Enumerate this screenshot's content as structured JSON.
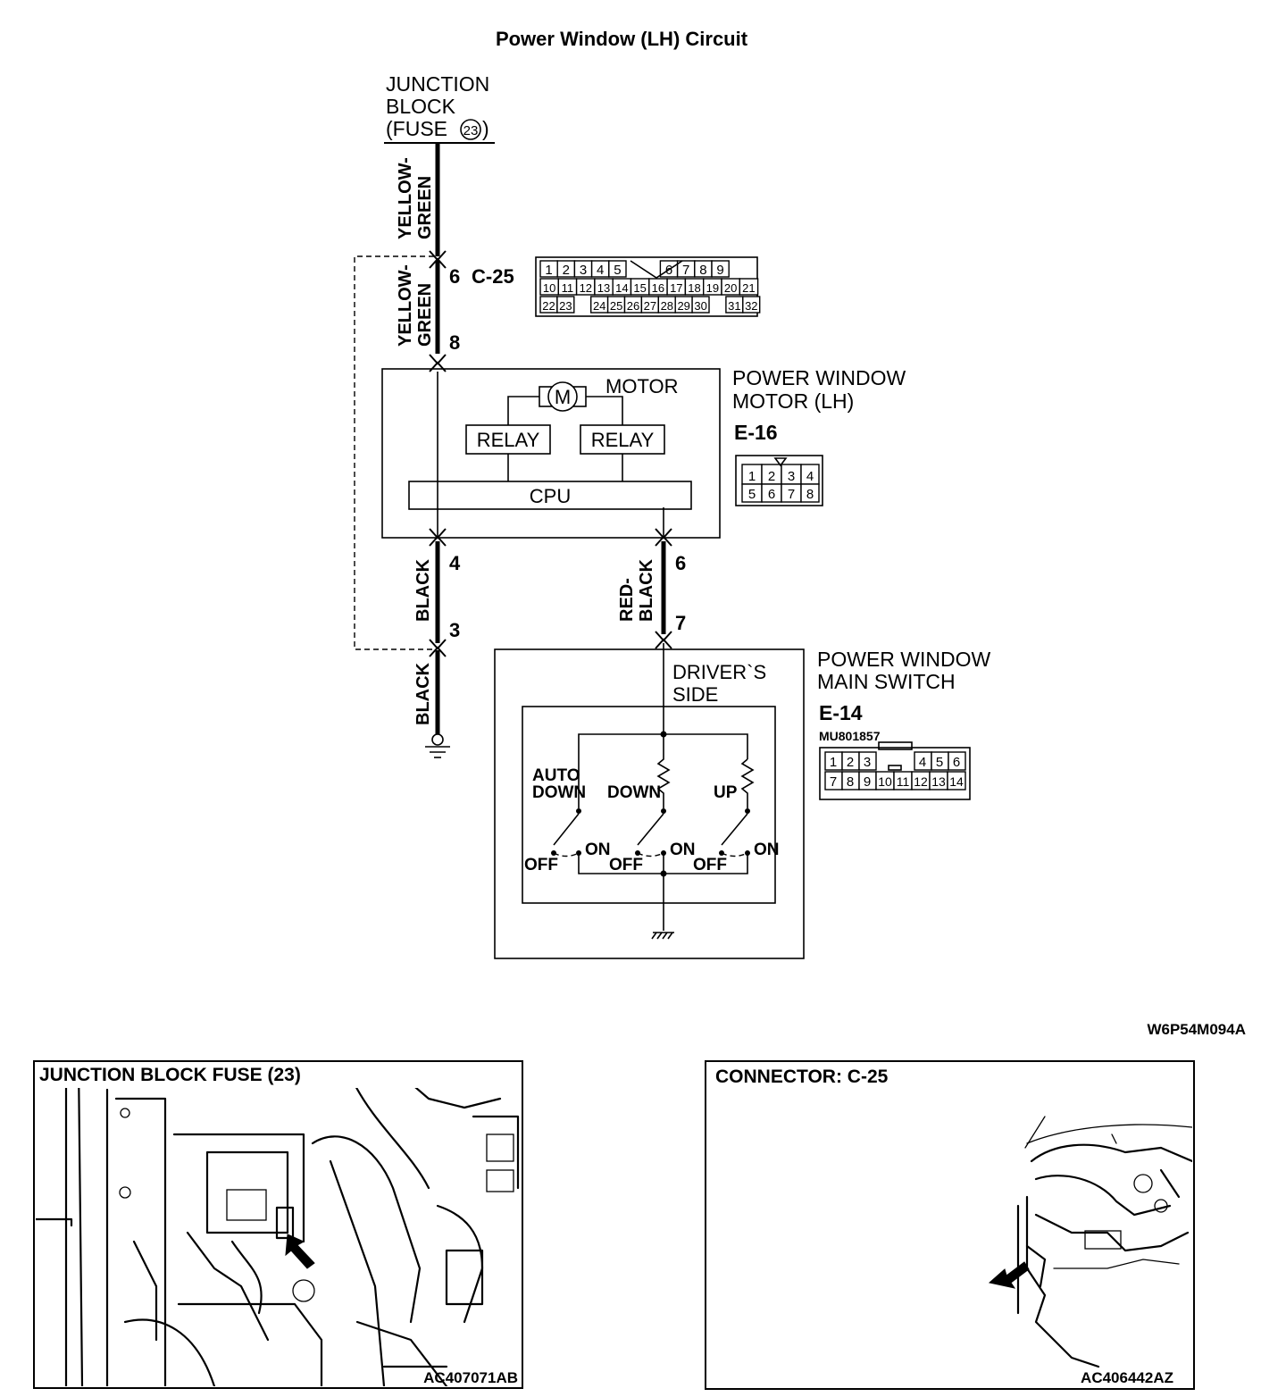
{
  "title": "Power Window (LH) Circuit",
  "junction_block": {
    "line1": "JUNCTION",
    "line2": "BLOCK",
    "line3_prefix": "(FUSE",
    "fuse_no": "23",
    "line3_suffix": ")"
  },
  "wires": {
    "w1": "YELLOW-\nGREEN",
    "w2": "YELLOW-\nGREEN",
    "w3": "BLACK",
    "w4": "RED-\nBLACK",
    "w5": "BLACK"
  },
  "pins": {
    "c25_top": "6",
    "c25_name": "C-25",
    "c25_bottom": "8",
    "m4": "4",
    "m6": "6",
    "c3": "3",
    "s7": "7"
  },
  "connector_c25": {
    "rows": [
      [
        "1",
        "2",
        "3",
        "4",
        "5",
        "",
        "",
        "6",
        "7",
        "8",
        "9"
      ],
      [
        "10",
        "11",
        "12",
        "13",
        "14",
        "15",
        "16",
        "17",
        "18",
        "19",
        "20",
        "21"
      ],
      [
        "22",
        "23",
        "",
        "24",
        "25",
        "26",
        "27",
        "28",
        "29",
        "30",
        "",
        "31",
        "32"
      ]
    ]
  },
  "motor_box": {
    "name1": "POWER WINDOW",
    "name2": "MOTOR (LH)",
    "connector": "E-16",
    "motor_label": "MOTOR",
    "motor_symbol": "M",
    "relay1": "RELAY",
    "relay2": "RELAY",
    "cpu": "CPU",
    "pins_top": [
      "1",
      "2",
      "3",
      "4"
    ],
    "pins_bottom": [
      "5",
      "6",
      "7",
      "8"
    ]
  },
  "main_switch": {
    "name1": "POWER WINDOW",
    "name2": "MAIN SWITCH",
    "connector": "E-14",
    "part_no": "MU801857",
    "side1": "DRIVER`S",
    "side2": "SIDE",
    "auto1": "AUTO",
    "auto2": "DOWN",
    "down": "DOWN",
    "up": "UP",
    "on": "ON",
    "off": "OFF",
    "pins_top": [
      "1",
      "2",
      "3",
      "",
      "4",
      "5",
      "6"
    ],
    "pins_bottom": [
      "7",
      "8",
      "9",
      "10",
      "11",
      "12",
      "13",
      "14"
    ]
  },
  "diagram_code": "W6P54M094A",
  "panel_left": {
    "title": "JUNCTION BLOCK FUSE (23)",
    "code": "AC407071AB"
  },
  "panel_right": {
    "title": "CONNECTOR: C-25",
    "code": "AC406442AZ"
  },
  "icons": [
    "ground-icon",
    "chassis-ground-icon",
    "motor-icon",
    "resistor-icon",
    "switch-icon",
    "arrow-icon"
  ]
}
